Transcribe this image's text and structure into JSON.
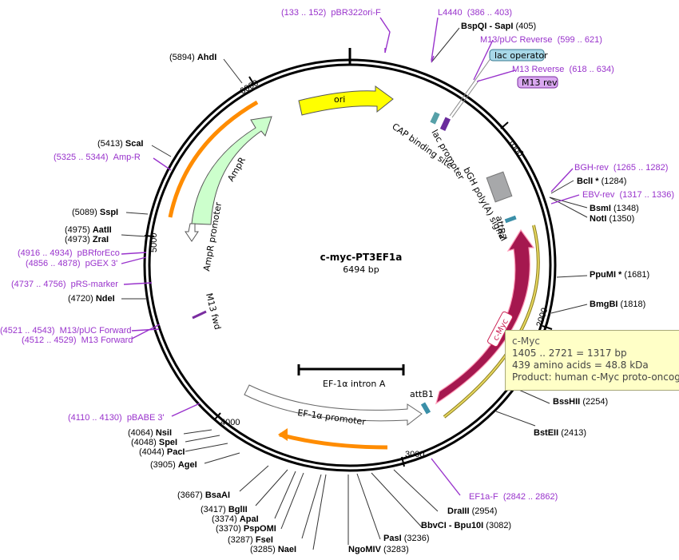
{
  "plasmid": {
    "name": "c-myc-PT3EF1a",
    "size": "6494 bp"
  },
  "colors": {
    "primer": "#9933cc",
    "site": "#000000",
    "ori": "#ffff00",
    "cmyc": "#a5184f",
    "ampr": "#ccffcc"
  },
  "enzymes": [
    {
      "id": "ahdi",
      "pos": "(5894)",
      "name": "AhdI"
    },
    {
      "id": "scai",
      "pos": "(5413)",
      "name": "ScaI"
    },
    {
      "id": "sspi",
      "pos": "(5089)",
      "name": "SspI"
    },
    {
      "id": "aatii",
      "pos": "(4975)",
      "name": "AatII"
    },
    {
      "id": "zrai",
      "pos": "(4973)",
      "name": "ZraI"
    },
    {
      "id": "ndei",
      "pos": "(4720)",
      "name": "NdeI"
    },
    {
      "id": "nsii",
      "pos": "(4064)",
      "name": "NsiI"
    },
    {
      "id": "spei",
      "pos": "(4048)",
      "name": "SpeI"
    },
    {
      "id": "paci",
      "pos": "(4044)",
      "name": "PacI"
    },
    {
      "id": "agei",
      "pos": "(3905)",
      "name": "AgeI"
    },
    {
      "id": "bsaai",
      "pos": "(3667)",
      "name": "BsaAI"
    },
    {
      "id": "bglii",
      "pos": "(3417)",
      "name": "BglII"
    },
    {
      "id": "apai",
      "pos": "(3374)",
      "name": "ApaI"
    },
    {
      "id": "psp",
      "pos": "(3370)",
      "name": "PspOMI"
    },
    {
      "id": "fsei",
      "pos": "(3287)",
      "name": "FseI"
    },
    {
      "id": "naei",
      "pos": "(3285)",
      "name": "NaeI"
    },
    {
      "id": "ngomiv",
      "pos": "(3283)",
      "name": "NgoMIV"
    },
    {
      "id": "pasi",
      "pos": "(3236)",
      "name": "PasI"
    },
    {
      "id": "bbvci",
      "pos": "(3082)",
      "name": "BbvCI - Bpu10I"
    },
    {
      "id": "draiii",
      "pos": "(2954)",
      "name": "DraIII"
    },
    {
      "id": "bsteii",
      "pos": "(2413)",
      "name": "BstEII"
    },
    {
      "id": "bsshii",
      "pos": "(2254)",
      "name": "BssHII"
    },
    {
      "id": "bmgbi",
      "pos": "(1818)",
      "name": "BmgBI"
    },
    {
      "id": "ppumi",
      "pos": "(1681)",
      "name": "PpuMI *"
    },
    {
      "id": "noti",
      "pos": "(1350)",
      "name": "NotI"
    },
    {
      "id": "bsmi",
      "pos": "(1348)",
      "name": "BsmI"
    },
    {
      "id": "bcli",
      "pos": "(1284)",
      "name": "BclI *"
    },
    {
      "id": "bspqi",
      "pos": "(405)",
      "name": "BspQI - SapI"
    }
  ],
  "primers": [
    {
      "id": "pbr322",
      "name": "pBR322ori-F",
      "range": "(133 .. 152)"
    },
    {
      "id": "l4440",
      "name": "L4440",
      "range": "(386 .. 403)"
    },
    {
      "id": "m13puc_rev",
      "name": "M13/pUC Reverse",
      "range": "(599 .. 621)"
    },
    {
      "id": "m13_rev",
      "name": "M13 Reverse",
      "range": "(618 .. 634)"
    },
    {
      "id": "bgh_rev",
      "name": "BGH-rev",
      "range": "(1265 .. 1282)"
    },
    {
      "id": "ebv_rev",
      "name": "EBV-rev",
      "range": "(1317 .. 1336)"
    },
    {
      "id": "ef1a_f",
      "name": "EF1a-F",
      "range": "(2842 .. 2862)"
    },
    {
      "id": "pbabe3",
      "name": "pBABE 3'",
      "range": "(4110 .. 4130)"
    },
    {
      "id": "m13_fwd",
      "name": "M13 Forward",
      "range": "(4512 .. 4529)"
    },
    {
      "id": "m13puc_fwd",
      "name": "M13/pUC Forward",
      "range": "(4521 .. 4543)"
    },
    {
      "id": "prs",
      "name": "pRS-marker",
      "range": "(4737 .. 4756)"
    },
    {
      "id": "pgex3",
      "name": "pGEX 3'",
      "range": "(4856 .. 4878)"
    },
    {
      "id": "pbrforeco",
      "name": "pBRforEco",
      "range": "(4916 .. 4934)"
    },
    {
      "id": "ampr_primer",
      "name": "Amp-R",
      "range": "(5325 .. 5344)"
    }
  ],
  "features": {
    "ori": "ori",
    "ampr": "AmpR",
    "ampr_promoter": "AmpR promoter",
    "cap": "CAP binding site",
    "lac_promoter": "lac promoter",
    "bgh": "bGH poly(A) signal",
    "attb2": "attB2",
    "attb1": "attB1",
    "cmyc": "c-Myc",
    "ef1a_intron": "EF-1α intron A",
    "ef1a_promoter": "EF-1α promoter",
    "m13fwd": "M13 fwd",
    "lac_operator": "lac operator",
    "m13rev_tag": "M13 rev"
  },
  "ticks": [
    "1000",
    "2000",
    "3000",
    "4000",
    "5000",
    "6000"
  ],
  "tooltip": {
    "title": "c-Myc",
    "range": "1405 .. 2721  =  1317 bp",
    "protein": "439 amino acids  =  48.8 kDa",
    "product": "Product: human c-Myc proto-oncogene"
  }
}
